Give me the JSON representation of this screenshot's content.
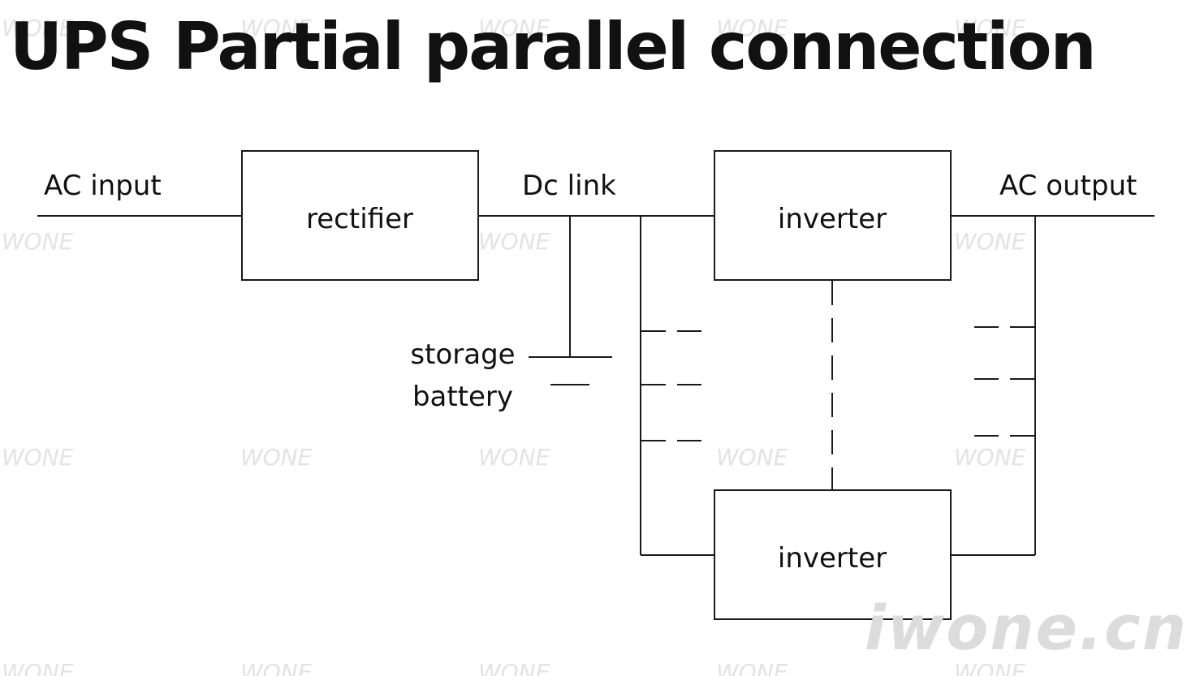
{
  "title": "UPS Partial parallel connection",
  "labels": {
    "ac_input": "AC input",
    "dc_link": "Dc link",
    "ac_output": "AC output",
    "storage": "storage",
    "battery": "battery"
  },
  "blocks": {
    "rectifier": "rectifier",
    "inverter_top": "inverter",
    "inverter_bottom": "inverter"
  },
  "watermark": {
    "repeat_text": "WONE",
    "brand": "iwone.cn"
  }
}
